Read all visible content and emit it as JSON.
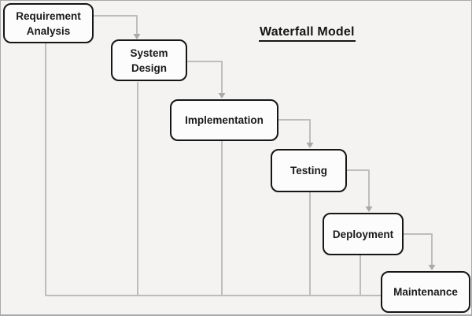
{
  "colors": {
    "background": "#f4f3f1",
    "frame_border": "#a9a9a9",
    "node_fill": "#fcfcfc",
    "node_border": "#161616",
    "node_text": "#1a1a1a",
    "line": "#bdbdbd",
    "arrowhead": "#a9a9a9",
    "title_text": "#161616"
  },
  "diagram": {
    "title": "Waterfall Model",
    "nodes": [
      {
        "id": "requirement-analysis",
        "label": "Requirement Analysis"
      },
      {
        "id": "system-design",
        "label": "System Design"
      },
      {
        "id": "implementation",
        "label": "Implementation"
      },
      {
        "id": "testing",
        "label": "Testing"
      },
      {
        "id": "deployment",
        "label": "Deployment"
      },
      {
        "id": "maintenance",
        "label": "Maintenance"
      }
    ],
    "edges": [
      {
        "from": "requirement-analysis",
        "to": "system-design",
        "type": "forward-arrow"
      },
      {
        "from": "system-design",
        "to": "implementation",
        "type": "forward-arrow"
      },
      {
        "from": "implementation",
        "to": "testing",
        "type": "forward-arrow"
      },
      {
        "from": "testing",
        "to": "deployment",
        "type": "forward-arrow"
      },
      {
        "from": "deployment",
        "to": "maintenance",
        "type": "forward-arrow"
      },
      {
        "from": "requirement-analysis",
        "to": "maintenance",
        "type": "bottom-rail"
      },
      {
        "from": "system-design",
        "to": "maintenance",
        "type": "bottom-rail"
      },
      {
        "from": "implementation",
        "to": "maintenance",
        "type": "bottom-rail"
      },
      {
        "from": "testing",
        "to": "maintenance",
        "type": "bottom-rail"
      },
      {
        "from": "deployment",
        "to": "maintenance",
        "type": "bottom-rail"
      }
    ]
  }
}
